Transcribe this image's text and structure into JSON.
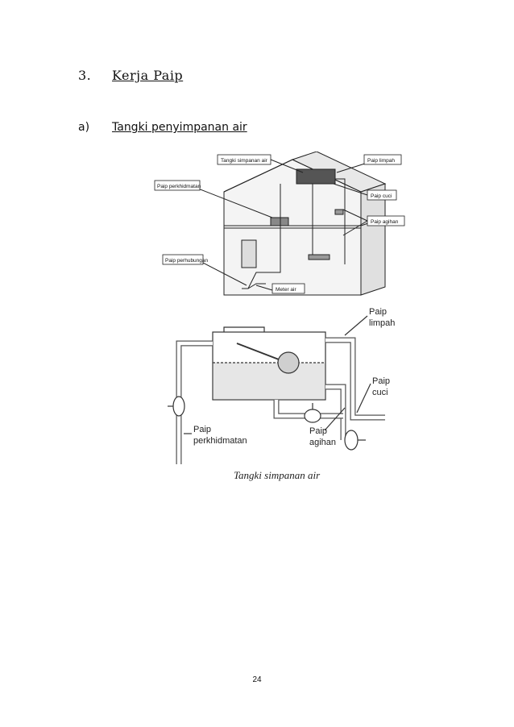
{
  "section": {
    "number": "3.",
    "title": "Kerja Paip"
  },
  "subsection": {
    "letter": "a)",
    "title": "Tangki penyimpanan air"
  },
  "figure1": {
    "labels": {
      "tank": "Tangki simpanan air",
      "overflow": "Paip limpah",
      "service": "Paip perkhidmatan",
      "wash": "Paip cuci",
      "distribution": "Paip agihan",
      "connection": "Paip perhubungan",
      "meter": "Meter air"
    }
  },
  "figure2": {
    "labels": {
      "overflow_1": "Paip",
      "overflow_2": "limpah",
      "wash_1": "Paip",
      "wash_2": "cuci",
      "service_1": "Paip",
      "service_2": "perkhidmatan",
      "distribution_1": "Paip",
      "distribution_2": "agihan"
    },
    "caption": "Tangki simpanan air"
  },
  "page_number": "24"
}
